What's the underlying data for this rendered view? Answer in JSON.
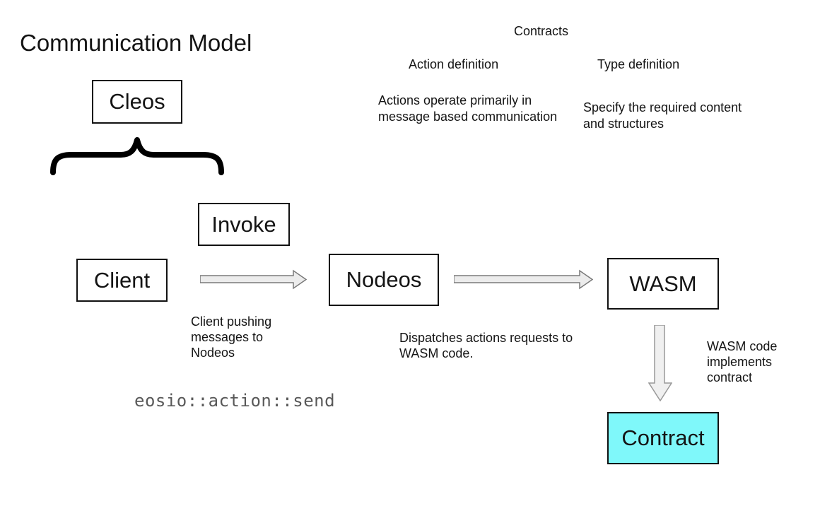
{
  "page": {
    "title": "Communication Model"
  },
  "contracts_panel": {
    "heading": "Contracts",
    "columns": [
      {
        "heading": "Action definition",
        "body": "Actions operate primarily in message based communication"
      },
      {
        "heading": "Type definition",
        "body": "Specify the required content and structures"
      }
    ]
  },
  "nodes": {
    "cleos": {
      "label": "Cleos"
    },
    "invoke": {
      "label": "Invoke"
    },
    "client": {
      "label": "Client"
    },
    "nodeos": {
      "label": "Nodeos"
    },
    "wasm": {
      "label": "WASM"
    },
    "contract": {
      "label": "Contract"
    }
  },
  "annotations": {
    "client_to_nodeos": "Client pushing messages to Nodeos",
    "nodeos_to_wasm": "Dispatches actions requests to WASM code.",
    "wasm_to_contract": "WASM code implements contract",
    "code_label": "eosio::action::send"
  },
  "colors": {
    "contract_fill": "#7FF8FA",
    "arrow_fill": "#ECECEC",
    "arrow_stroke": "#7A7A7A",
    "down_arrow_fill": "#F0F0F0",
    "down_arrow_stroke": "#999999",
    "brace_color": "#000000",
    "code_text": "#595959"
  }
}
